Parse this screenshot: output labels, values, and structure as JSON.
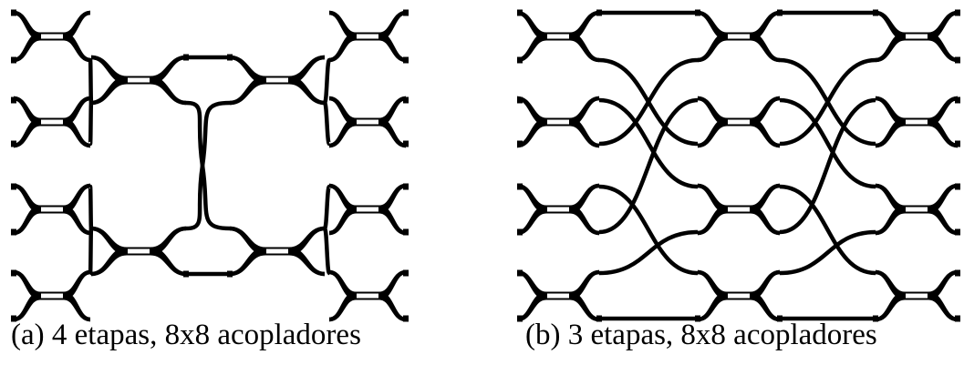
{
  "panels": [
    {
      "id": "a",
      "caption": "(a) 4 etapas, 8x8 acopladores",
      "stages": 4,
      "size": "8x8"
    },
    {
      "id": "b",
      "caption": "(b) 3 etapas, 8x8 acopladores",
      "stages": 3,
      "size": "8x8"
    }
  ]
}
